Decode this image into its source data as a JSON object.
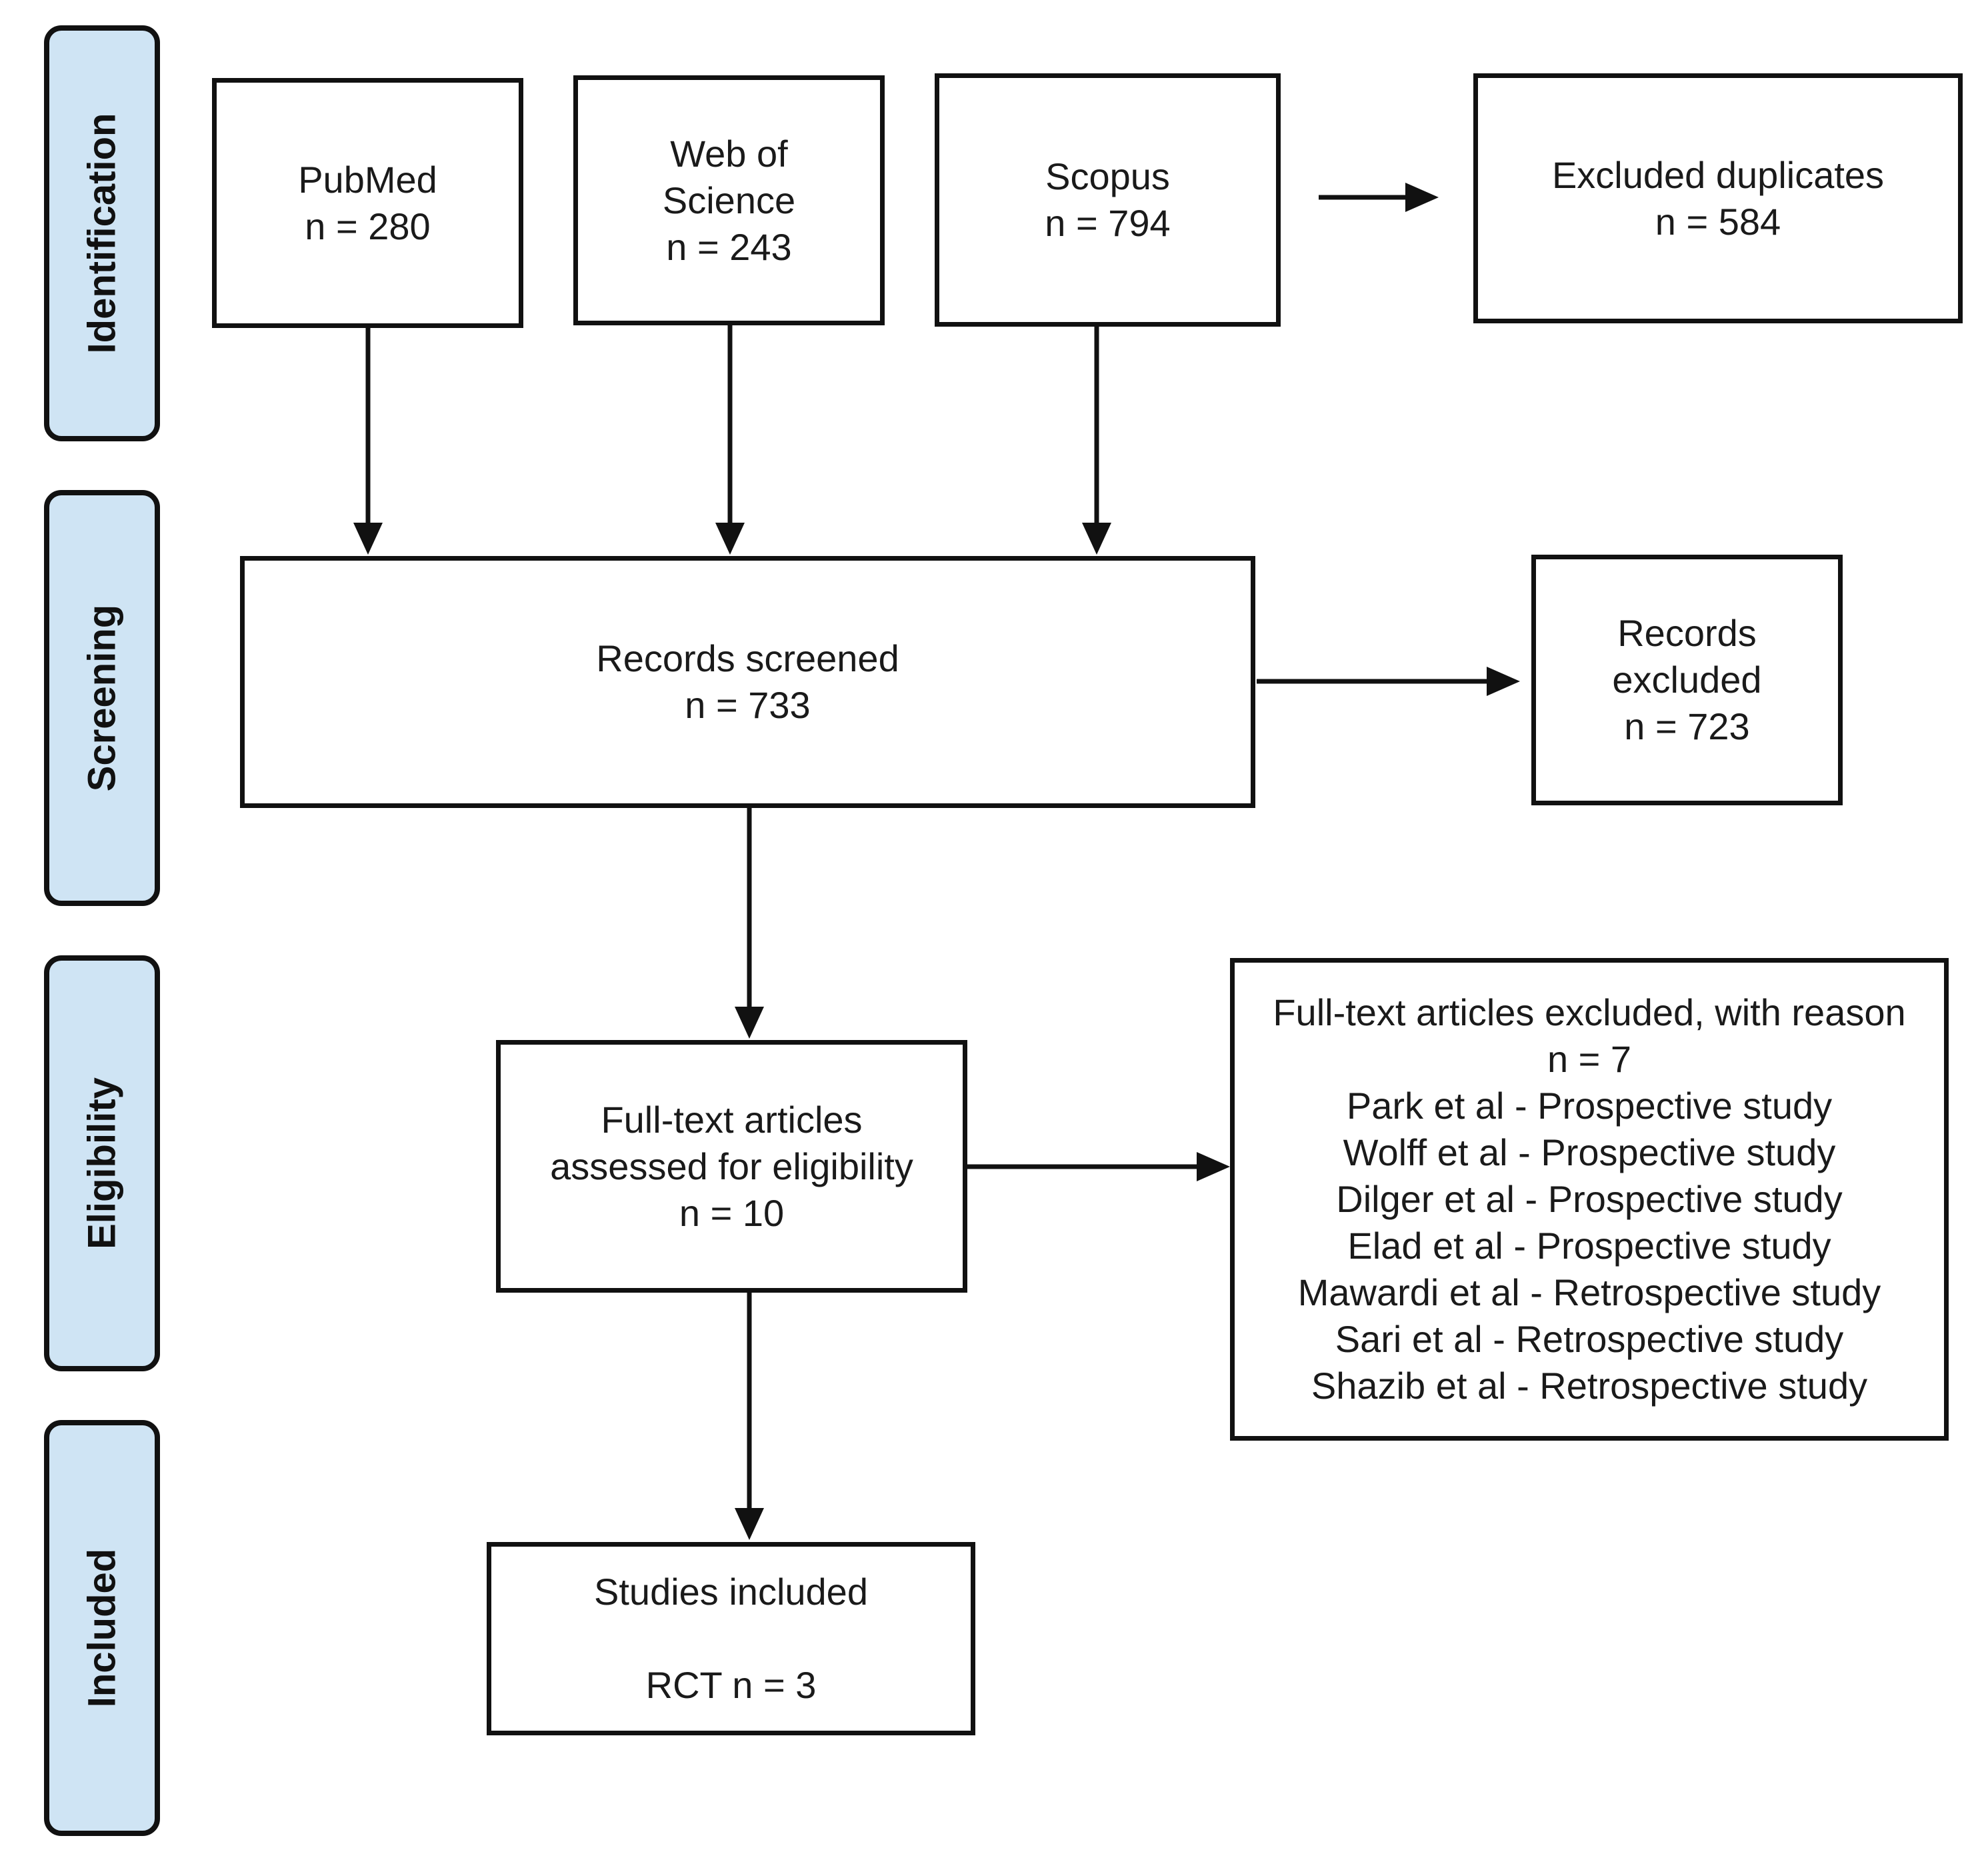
{
  "phases": {
    "identification": "Identification",
    "screening": "Screening",
    "eligibility": "Eligibility",
    "included": "Included"
  },
  "identification": {
    "pubmed": {
      "title": "PubMed",
      "count": "n = 280"
    },
    "wos": {
      "title_line1": "Web of",
      "title_line2": "Science",
      "count": "n = 243"
    },
    "scopus": {
      "title": "Scopus",
      "count": "n = 794"
    },
    "duplicates": {
      "title": "Excluded duplicates",
      "count": "n = 584"
    }
  },
  "screening": {
    "screened": {
      "title": "Records screened",
      "count": "n = 733"
    },
    "excluded": {
      "title_line1": "Records",
      "title_line2": "excluded",
      "count": "n = 723"
    }
  },
  "eligibility": {
    "assessed": {
      "title_line1": "Full-text articles",
      "title_line2": "assessed for eligibility",
      "count": "n = 10"
    },
    "excluded": {
      "title": "Full-text articles excluded, with reason",
      "count": "n = 7",
      "reasons": [
        "Park et al - Prospective study",
        "Wolff et al - Prospective study",
        "Dilger et al - Prospective study",
        "Elad et al - Prospective study",
        "Mawardi et al - Retrospective study",
        "Sari et al - Retrospective study",
        "Shazib et al - Retrospective study"
      ]
    }
  },
  "included": {
    "title": "Studies included",
    "count": "RCT n = 3"
  },
  "colors": {
    "phase_fill": "#cfe4f4",
    "stroke": "#111111"
  }
}
